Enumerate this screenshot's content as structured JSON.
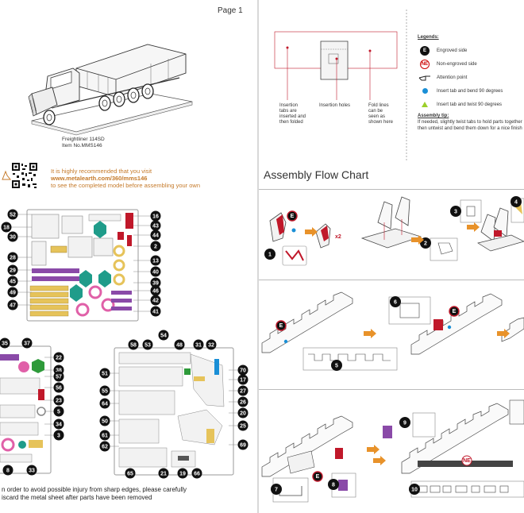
{
  "page": {
    "label": "Page 1"
  },
  "product": {
    "name": "Freightliner 114SD",
    "item_no": "Item No.MMS146"
  },
  "visit_note": {
    "line1": "It is highly recommended that you visit",
    "url": "www.metalearth.com/360/mms146",
    "line3": "to see the completed model before assembling your own"
  },
  "sheet1_callouts": {
    "left": [
      "52",
      "18",
      "30",
      "28",
      "29",
      "45",
      "49",
      "47"
    ],
    "right": [
      "16",
      "43",
      "44",
      "2",
      "13",
      "40",
      "39",
      "46",
      "42",
      "41"
    ]
  },
  "sheet2_callouts": {
    "top": [
      "35",
      "37"
    ],
    "right": [
      "22",
      "38",
      "57",
      "56",
      "23",
      "5",
      "34",
      "3"
    ],
    "bottom": [
      "8",
      "33"
    ]
  },
  "sheet3_callouts": {
    "top": [
      "58",
      "53",
      "54",
      "48",
      "31",
      "32"
    ],
    "left": [
      "51",
      "55",
      "64",
      "50",
      "61",
      "62"
    ],
    "right": [
      "70",
      "17",
      "27",
      "26",
      "20",
      "25",
      "69"
    ],
    "bottom": [
      "65",
      "21",
      "19",
      "66"
    ]
  },
  "warning": {
    "line1": "n order to avoid possible injury from sharp edges, please carefully",
    "line2": "iscard the metal sheet after parts have been removed"
  },
  "insertion_labels": {
    "tabs": "Insertion tabs are inserted and then folded",
    "holes": "Insertion holes",
    "fold": "Fold lines can be seen as shown here"
  },
  "legend": {
    "title": "Legends:",
    "items": [
      {
        "symbol": "E",
        "label": "Engroved side"
      },
      {
        "symbol": "NE",
        "label": "Non-engroved side"
      },
      {
        "symbol": "hand-icon",
        "label": "Attention point"
      },
      {
        "symbol": "blue-dot",
        "label": "Insert tab and bend 90 degrees"
      },
      {
        "symbol": "green-triangle",
        "label": "Insert tab and twist 90 degrees"
      }
    ],
    "tip_title": "Assembly tip:",
    "tip_text": "If needed, slightly twist tabs to hold parts together then untwist and bend them down for a nice finish"
  },
  "flow_chart": {
    "title": "Assembly Flow Chart",
    "row1_steps": [
      "1",
      "2",
      "3",
      "4"
    ],
    "multiplier": "x2",
    "row2_steps": [
      "5",
      "6"
    ],
    "row3_steps": [
      "7",
      "8",
      "9",
      "10"
    ],
    "badges": {
      "engraved": "E",
      "non_engraved": "NE"
    }
  },
  "colors": {
    "accent_orange": "#e8922a",
    "callout_black": "#111111",
    "engraved_red": "#c0182a",
    "part_purple": "#8a4aa8",
    "part_yellow": "#e6c35a",
    "part_teal": "#1f9c8a",
    "part_pink": "#e060a8",
    "part_green": "#2e9a3a"
  }
}
